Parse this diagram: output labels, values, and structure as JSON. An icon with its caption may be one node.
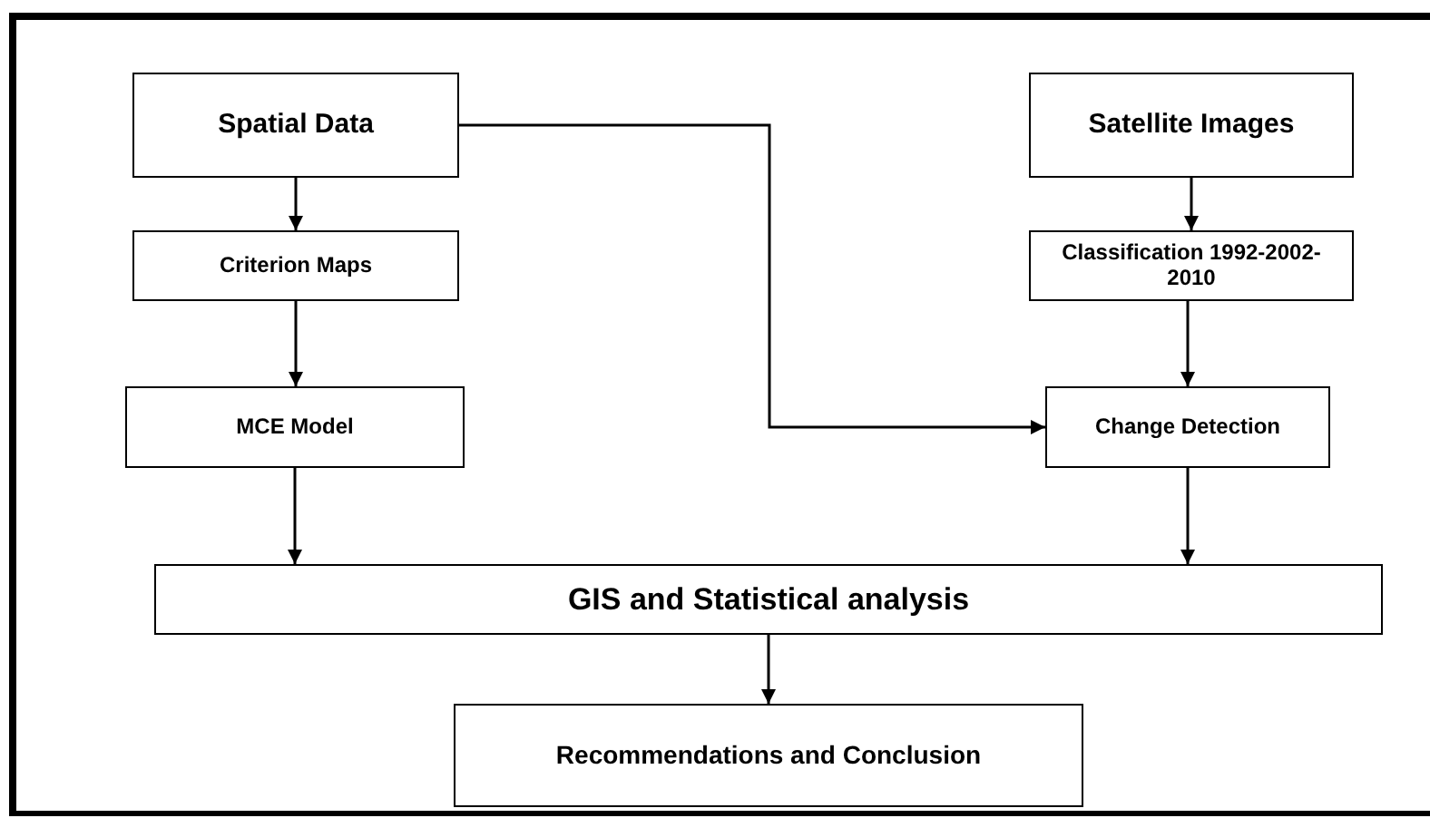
{
  "diagram": {
    "nodes": [
      {
        "text": [
          "Spatial Data"
        ]
      },
      {
        "text": [
          "Criterion Maps"
        ]
      },
      {
        "text": [
          "MCE Model"
        ]
      },
      {
        "text": [
          "Satellite Images"
        ]
      },
      {
        "text": [
          "Classification 1992-2002-2010"
        ]
      },
      {
        "text": [
          "Change Detection"
        ]
      },
      {
        "text": [
          "GIS and Statistical analysis"
        ]
      },
      {
        "text": [
          "Recommendations and Conclusion"
        ]
      }
    ],
    "edges": [
      {
        "from": 0,
        "to": 1,
        "arrow": "to"
      },
      {
        "from": 1,
        "to": 2,
        "arrow": "to"
      },
      {
        "from": 2,
        "to": 6,
        "arrow": "to"
      },
      {
        "from": 3,
        "to": 4,
        "arrow": "to"
      },
      {
        "from": 4,
        "to": 5,
        "arrow": "to"
      },
      {
        "from": 5,
        "to": 6,
        "arrow": "to"
      },
      {
        "from": 0,
        "to": 5,
        "arrow": "to"
      },
      {
        "from": 6,
        "to": 7,
        "arrow": "to"
      }
    ]
  }
}
